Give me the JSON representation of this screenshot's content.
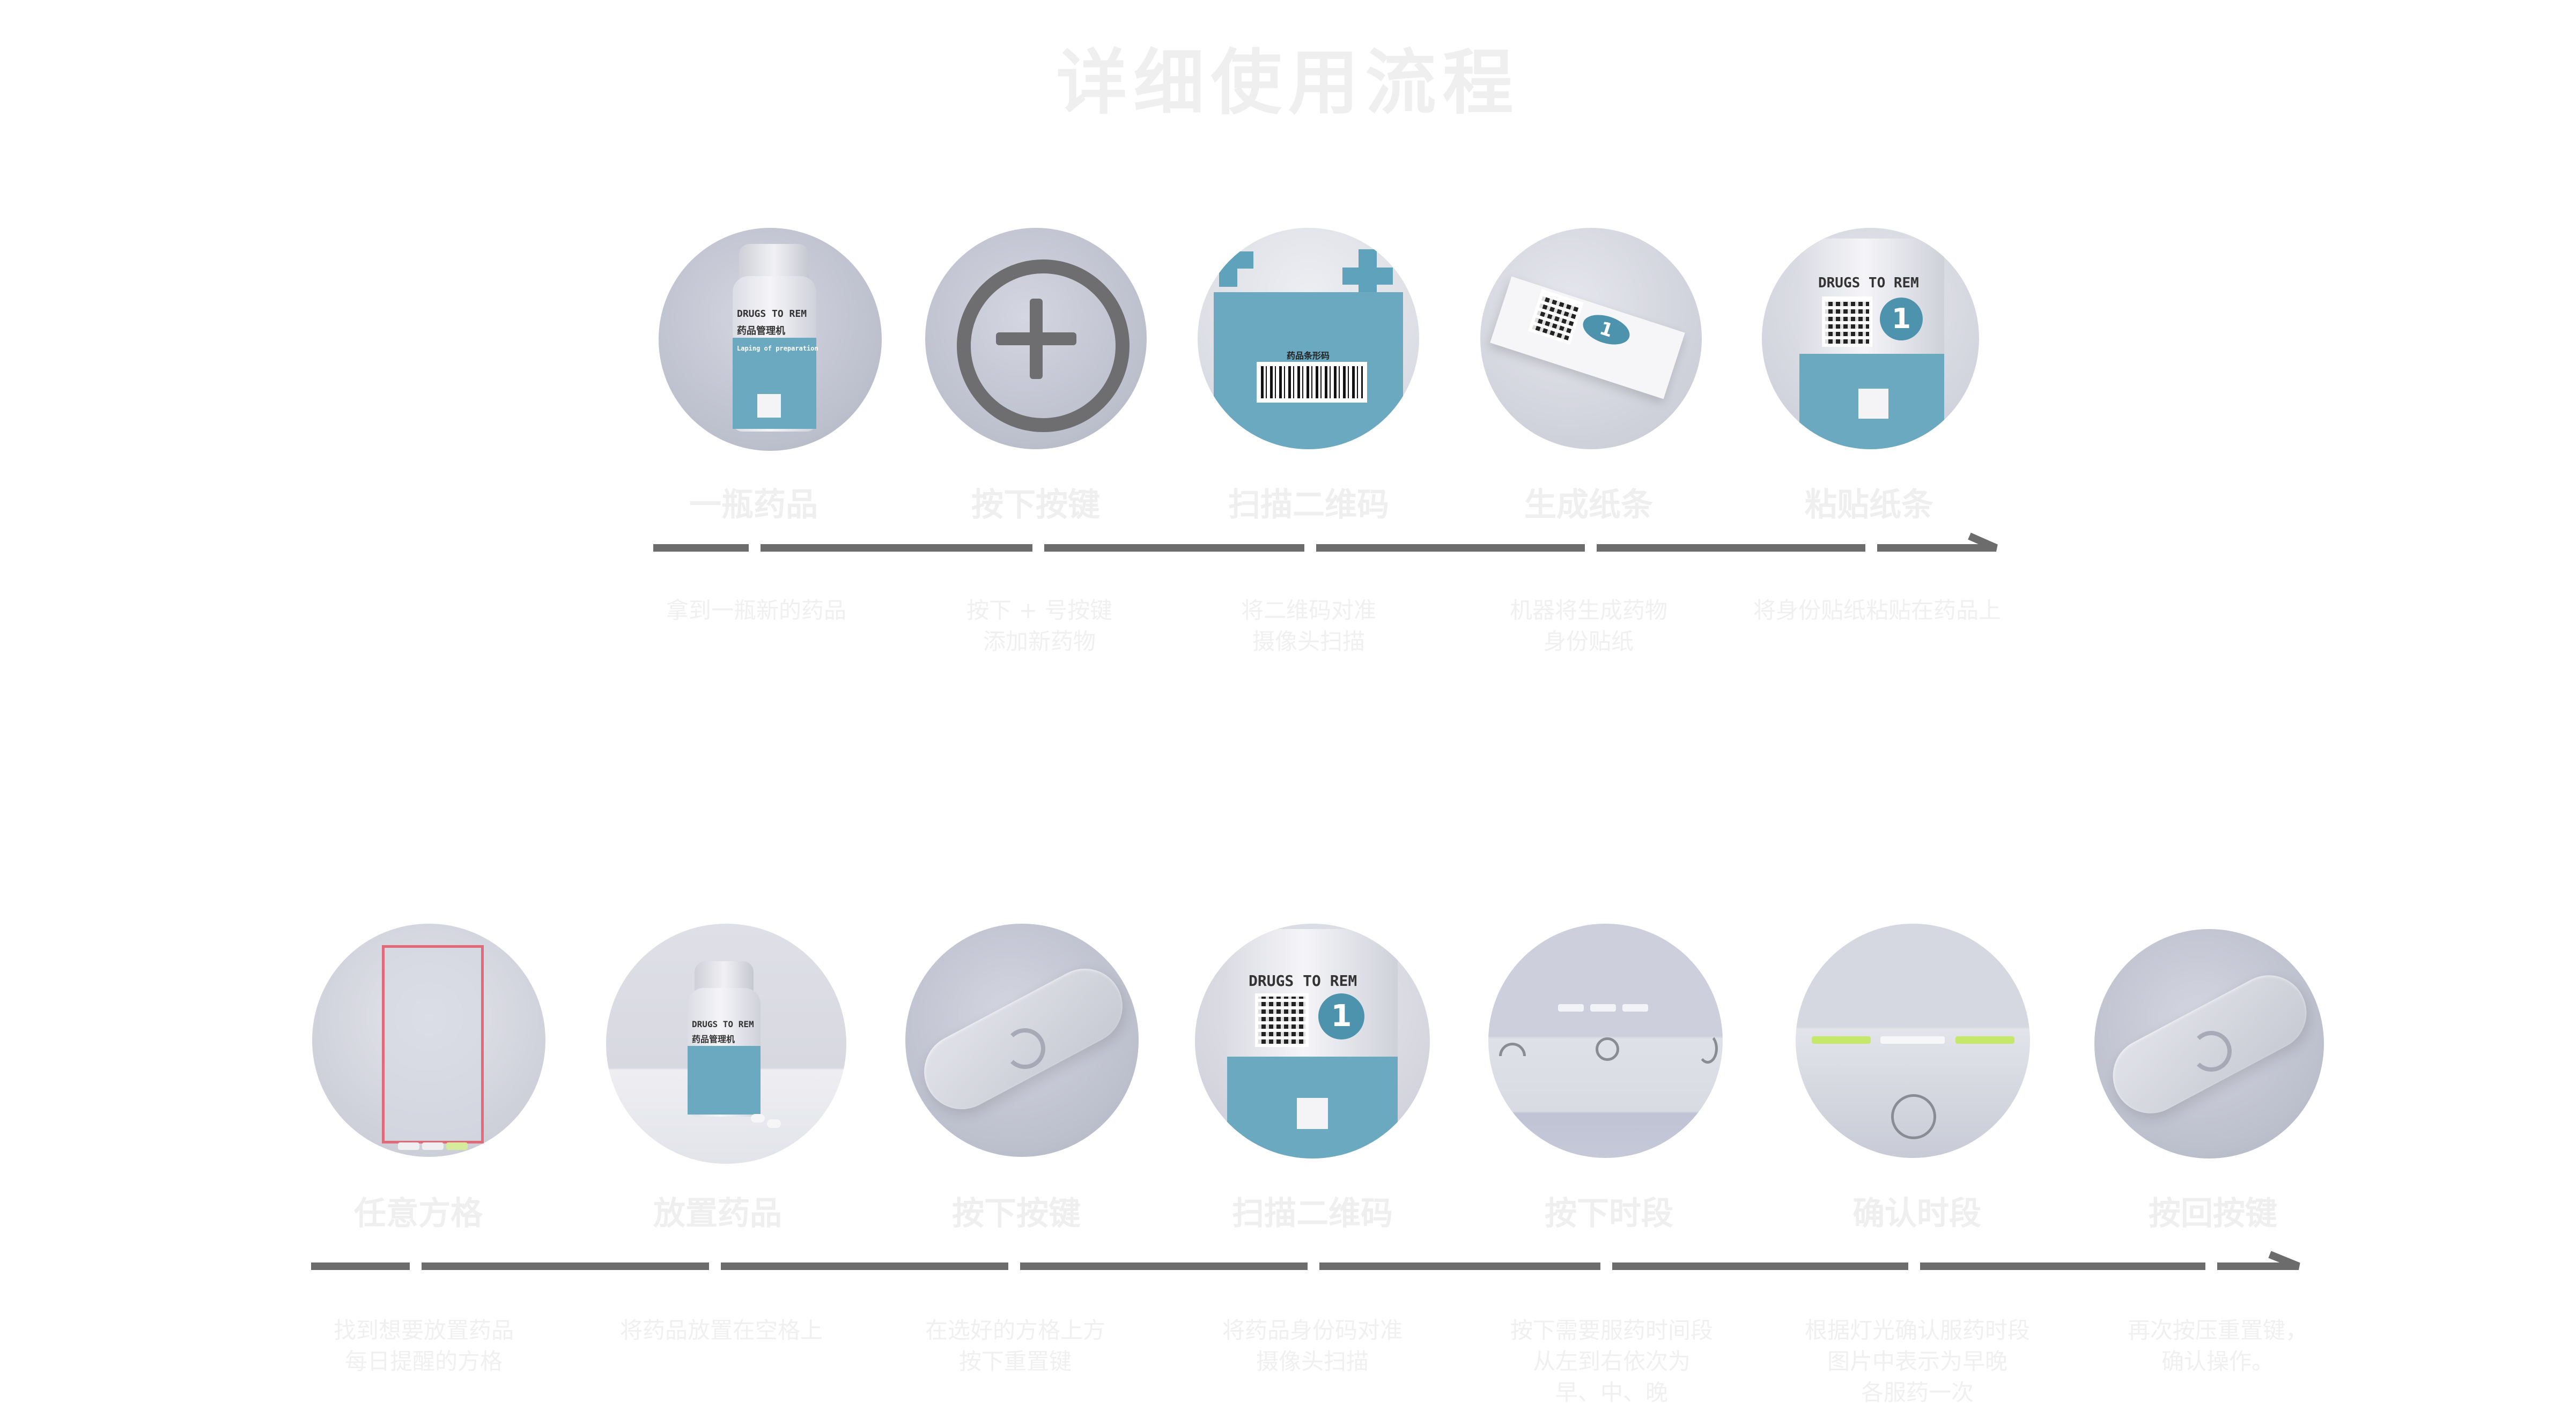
{
  "page": {
    "title": "详细使用流程"
  },
  "row1": {
    "steps": [
      {
        "label": "一瓶药品",
        "desc": "拿到一瓶新的药品",
        "icon": "medicine-bottle-icon"
      },
      {
        "label": "按下按键",
        "desc": "按下 + 号按键\n添加新药物",
        "icon": "plus-circle-icon"
      },
      {
        "label": "扫描二维码",
        "desc": "将二维码对准\n摄像头扫描",
        "icon": "barcode-scan-icon"
      },
      {
        "label": "生成纸条",
        "desc": "机器将生成药物\n身份贴纸",
        "icon": "printed-sticker-icon"
      },
      {
        "label": "粘贴纸条",
        "desc": "将身份贴纸粘贴在药品上",
        "icon": "labeled-bottle-icon"
      }
    ]
  },
  "row2": {
    "steps": [
      {
        "label": "任意方格",
        "desc": "找到想要放置药品\n每日提醒的方格",
        "icon": "grid-slot-icon"
      },
      {
        "label": "放置药品",
        "desc": "将药品放置在空格上",
        "icon": "bottle-on-shelf-icon"
      },
      {
        "label": "按下按键",
        "desc": "在选好的方格上方\n按下重置键",
        "icon": "reset-button-icon"
      },
      {
        "label": "扫描二维码",
        "desc": "将药品身份码对准\n摄像头扫描",
        "icon": "qr-bottle-icon"
      },
      {
        "label": "按下时段",
        "desc": "按下需要服药时间段\n从左到右依次为\n早、中、晚",
        "icon": "time-period-icon"
      },
      {
        "label": "确认时段",
        "desc": "根据灯光确认服药时段\n图片中表示为早晚\n各服药一次",
        "icon": "indicator-light-icon"
      },
      {
        "label": "按回按键",
        "desc": "再次按压重置键，\n确认操作。",
        "icon": "reset-button-icon"
      }
    ]
  },
  "bottle_text": {
    "brand": "DRUGS TO REM",
    "cn": "药品管理机",
    "sub": "Laping of preparation",
    "number": "1",
    "scan_caption": "药品条形码"
  },
  "colors": {
    "circle": "#bfc2cf",
    "timeline": "#6c6c6c",
    "accent": "#5ea3bb",
    "led_green": "#c6e86a",
    "slot_red": "#e06a78"
  }
}
